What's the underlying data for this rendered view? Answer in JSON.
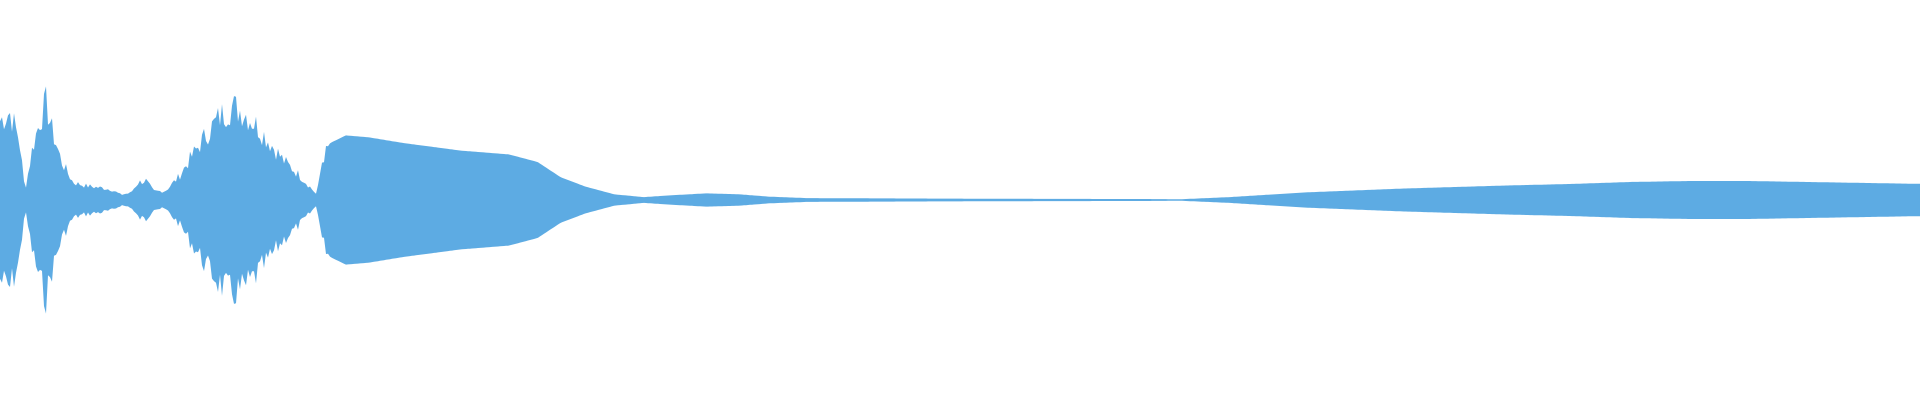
{
  "waveform": {
    "color": "#5dabe3",
    "background": "#ffffff",
    "peaks": [
      [
        0.0,
        0.45
      ],
      [
        0.005,
        0.5
      ],
      [
        0.01,
        0.35
      ],
      [
        0.013,
        0.05
      ],
      [
        0.017,
        0.3
      ],
      [
        0.021,
        0.46
      ],
      [
        0.024,
        0.55
      ],
      [
        0.027,
        0.4
      ],
      [
        0.032,
        0.22
      ],
      [
        0.038,
        0.1
      ],
      [
        0.045,
        0.08
      ],
      [
        0.052,
        0.07
      ],
      [
        0.058,
        0.06
      ],
      [
        0.063,
        0.03
      ],
      [
        0.068,
        0.04
      ],
      [
        0.072,
        0.1
      ],
      [
        0.076,
        0.11
      ],
      [
        0.08,
        0.05
      ],
      [
        0.086,
        0.05
      ],
      [
        0.093,
        0.13
      ],
      [
        0.1,
        0.25
      ],
      [
        0.108,
        0.38
      ],
      [
        0.115,
        0.48
      ],
      [
        0.121,
        0.53
      ],
      [
        0.127,
        0.5
      ],
      [
        0.134,
        0.42
      ],
      [
        0.141,
        0.32
      ],
      [
        0.148,
        0.22
      ],
      [
        0.155,
        0.15
      ],
      [
        0.161,
        0.08
      ],
      [
        0.165,
        0.03
      ],
      [
        0.168,
        0.24
      ],
      [
        0.172,
        0.3
      ],
      [
        0.18,
        0.34
      ],
      [
        0.192,
        0.33
      ],
      [
        0.21,
        0.3
      ],
      [
        0.24,
        0.26
      ],
      [
        0.265,
        0.24
      ],
      [
        0.28,
        0.2
      ],
      [
        0.292,
        0.12
      ],
      [
        0.305,
        0.07
      ],
      [
        0.32,
        0.03
      ],
      [
        0.335,
        0.015
      ],
      [
        0.35,
        0.025
      ],
      [
        0.368,
        0.035
      ],
      [
        0.385,
        0.03
      ],
      [
        0.4,
        0.018
      ],
      [
        0.42,
        0.01
      ],
      [
        0.47,
        0.008
      ],
      [
        0.54,
        0.006
      ],
      [
        0.6,
        0.005
      ],
      [
        0.615,
        0.004
      ],
      [
        0.64,
        0.015
      ],
      [
        0.68,
        0.04
      ],
      [
        0.73,
        0.06
      ],
      [
        0.78,
        0.075
      ],
      [
        0.82,
        0.085
      ],
      [
        0.85,
        0.095
      ],
      [
        0.88,
        0.1
      ],
      [
        0.91,
        0.1
      ],
      [
        0.94,
        0.095
      ],
      [
        0.97,
        0.09
      ],
      [
        1.0,
        0.085
      ]
    ]
  }
}
